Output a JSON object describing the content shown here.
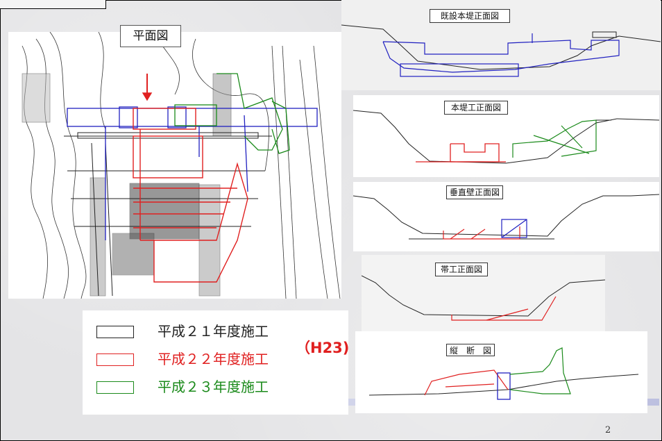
{
  "plan": {
    "title": "平面図"
  },
  "legend": {
    "items": [
      {
        "label": "平成２１年度施工",
        "color": "#222222"
      },
      {
        "label": "平成２２年度施工",
        "color": "#e02020"
      },
      {
        "label": "平成２３年度施工",
        "color": "#1a8a1a"
      }
    ],
    "annotation": "（H23)"
  },
  "sections": [
    {
      "title": "既設本堤正面図"
    },
    {
      "title": "本堤工正面図"
    },
    {
      "title": "垂直壁正面図"
    },
    {
      "title": "帯工正面図"
    },
    {
      "title": "縦　断　図"
    }
  ],
  "page_number": "2",
  "colors": {
    "blue": "#2020c0",
    "red": "#e02020",
    "green": "#1a8a1a",
    "black": "#222222"
  }
}
